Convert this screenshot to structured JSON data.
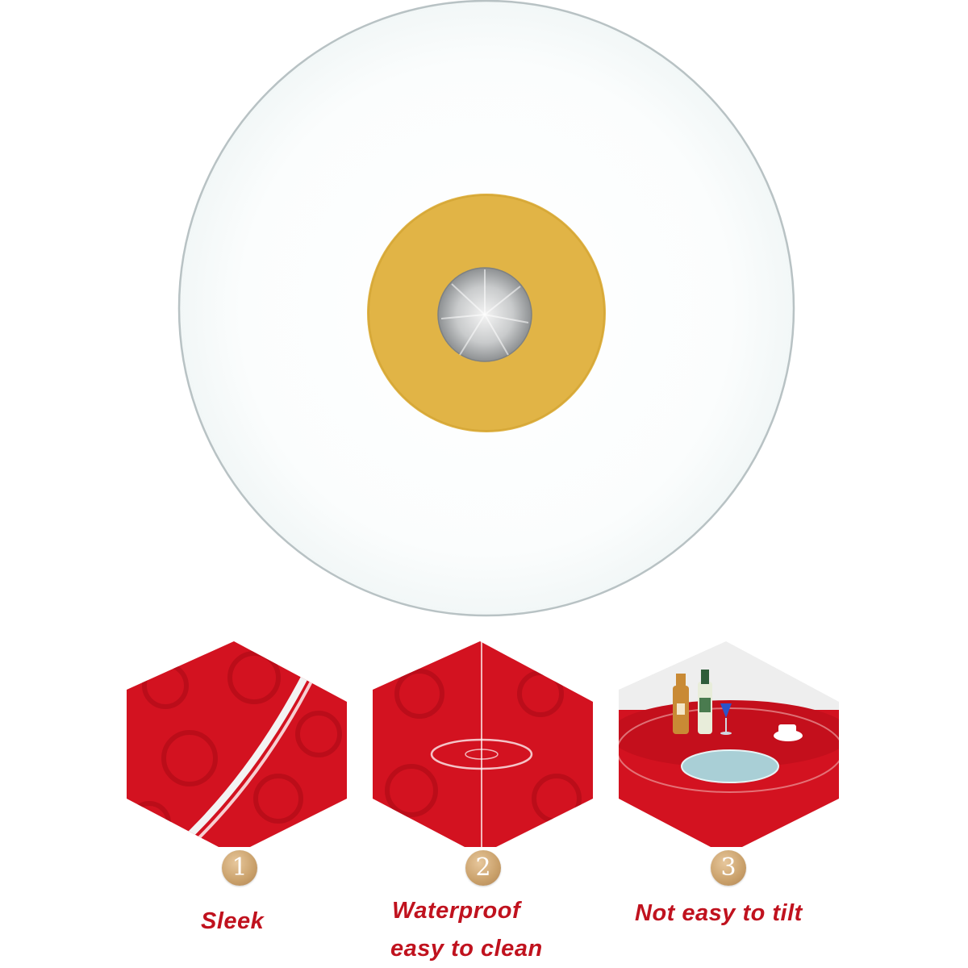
{
  "features": [
    {
      "number": "1",
      "caption": "Sleek"
    },
    {
      "number": "2",
      "caption_line1": "Waterproof",
      "caption_line2": "easy to clean"
    },
    {
      "number": "3",
      "caption": "Not easy to tilt"
    }
  ],
  "colors": {
    "caption": "#c0121e",
    "tablecloth": "#d31220",
    "turntable_ring": "#e1b446",
    "badge": "#c9a06a"
  }
}
